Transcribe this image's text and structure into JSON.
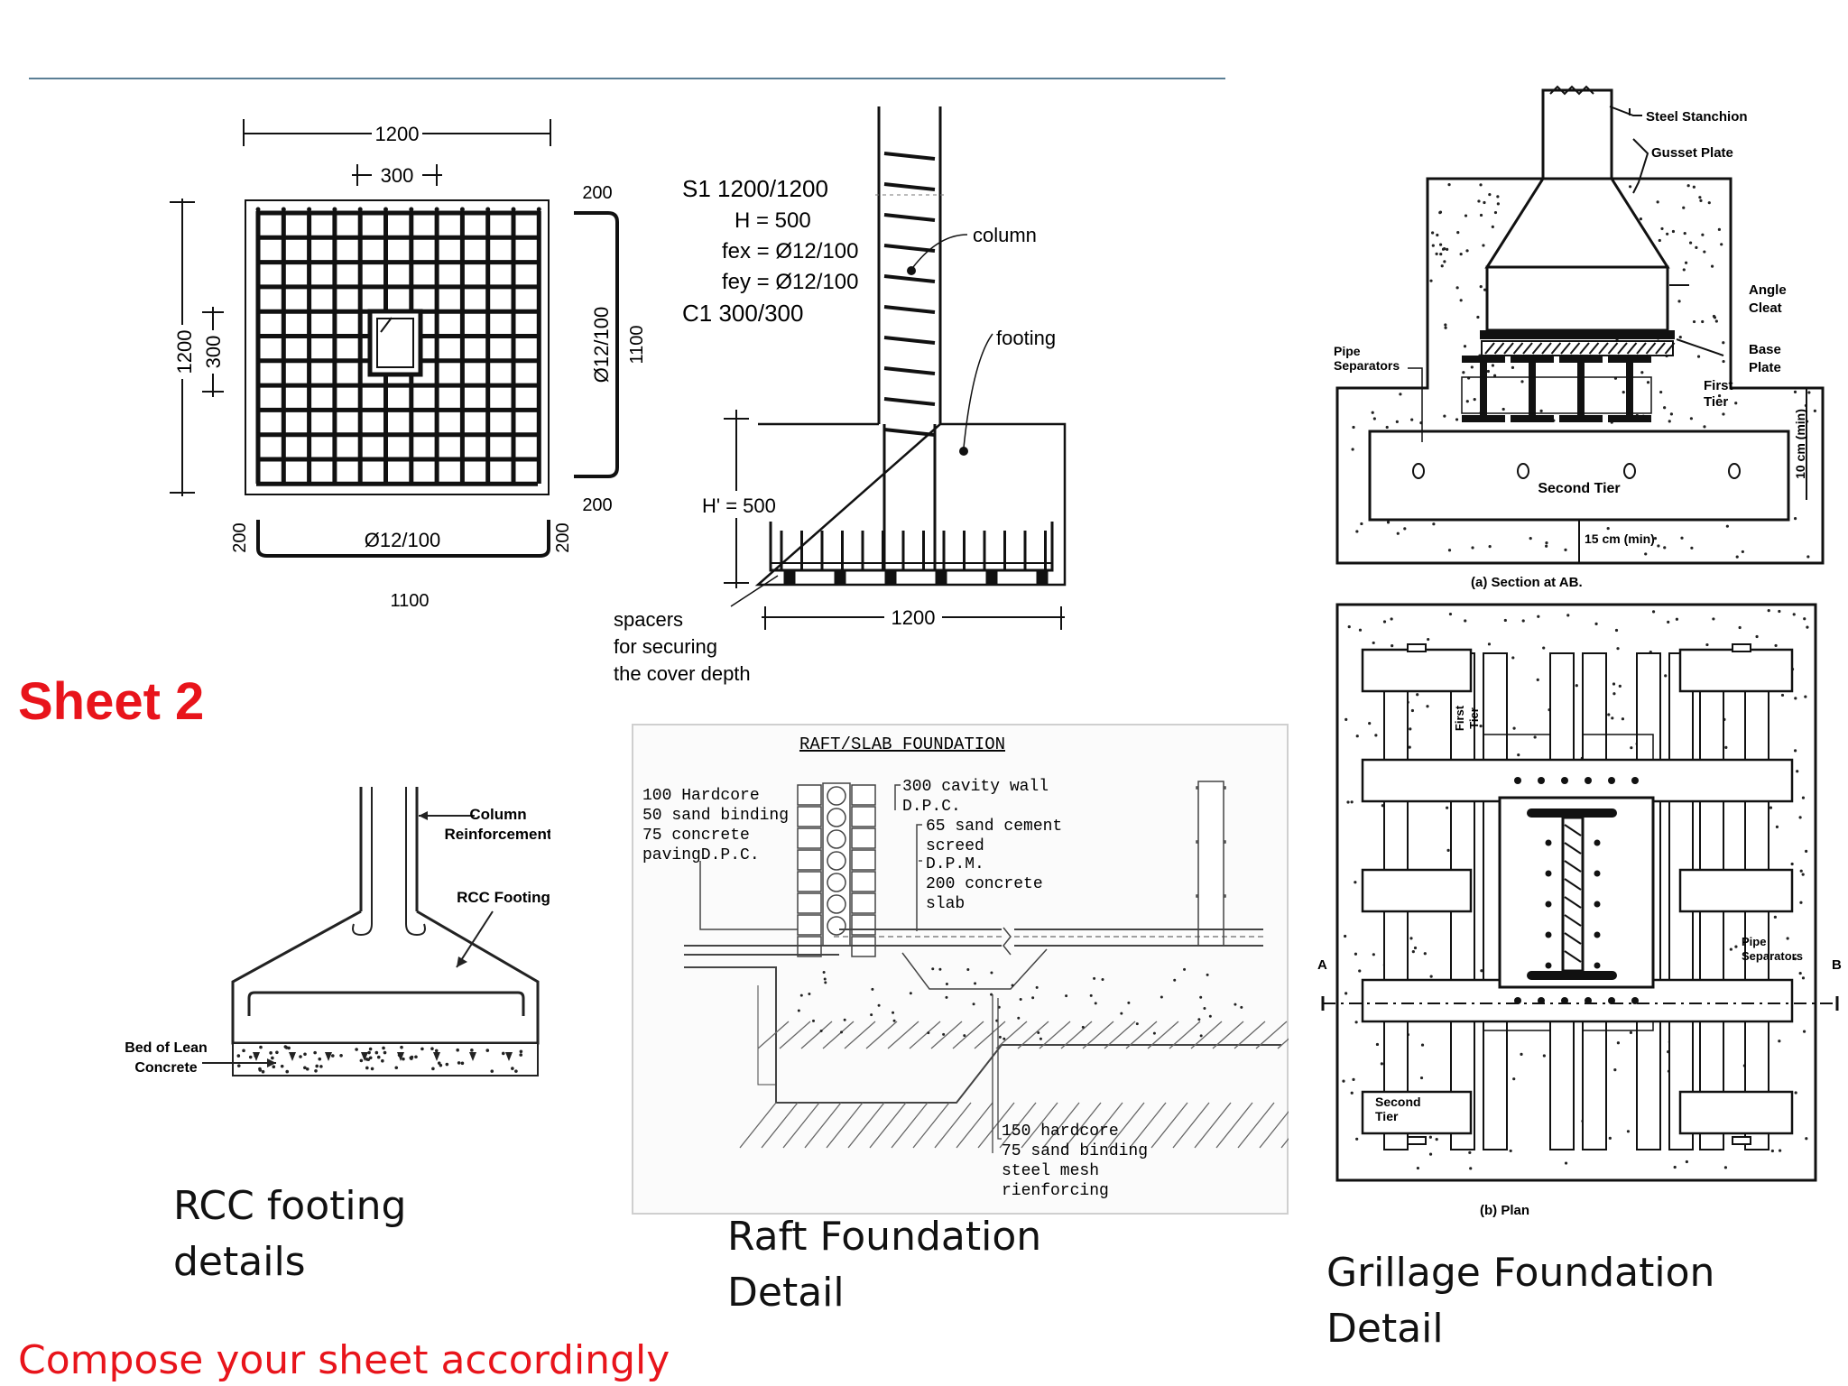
{
  "sheet": {
    "title": "Sheet 2",
    "note": "Compose your sheet accordingly",
    "accent_color": "#e8141b",
    "rule_color": "#5b7f95"
  },
  "captions": {
    "rcc": "RCC footing details",
    "raft": "Raft Foundation Detail",
    "grillage": "Grillage  Foundation Detail"
  },
  "footing_plan": {
    "dim_top_width": "1200",
    "dim_top_column": "300",
    "dim_left_height": "1200",
    "dim_left_column": "300",
    "bar_right_label": "Ø12/100",
    "bar_right_length": "1100",
    "bar_right_hook_top": "200",
    "bar_right_hook_bottom": "200",
    "bar_bottom_label": "Ø12/100",
    "bar_bottom_length": "1100",
    "bar_bottom_hook_left": "200",
    "bar_bottom_hook_right": "200"
  },
  "footing_section": {
    "spec_lines": [
      "S1 1200/1200",
      "H = 500",
      "fex = Ø12/100",
      "fey = Ø12/100",
      "C1 300/300"
    ],
    "label_column": "column",
    "label_footing": "footing",
    "label_height": "H' = 500",
    "label_width": "1200",
    "label_spacers": [
      "spacers",
      "for securing",
      "the cover depth"
    ]
  },
  "rcc_sketch": {
    "label_reinforcement": [
      "Column",
      "Reinforcement"
    ],
    "label_footing": "RCC Footing",
    "label_bed": [
      "Bed of Lean",
      "Concrete"
    ]
  },
  "raft_detail": {
    "title": "RAFT/SLAB FOUNDATION",
    "left_notes": [
      "100 Hardcore",
      "50 sand binding",
      "75 concrete",
      "pavingD.P.C."
    ],
    "right_notes": [
      "300 cavity wall",
      "D.P.C.",
      "65 sand cement",
      "screed",
      "D.P.M.",
      "200 concrete",
      "slab"
    ],
    "bottom_notes": [
      "150 hardcore",
      "75 sand binding",
      "steel mesh",
      "rienforcing"
    ]
  },
  "grillage_section": {
    "label_stanchion": "Steel Stanchion",
    "label_gusset": "Gusset Plate",
    "label_angle": [
      "Angle",
      "Cleat"
    ],
    "label_base": [
      "Base",
      "Plate"
    ],
    "label_first_tier": [
      "First",
      "Tier"
    ],
    "label_pipe": [
      "Pipe",
      "Separators"
    ],
    "label_second_tier": "Second   Tier",
    "label_10cm": "10 cm (min)",
    "label_15cm": "15 cm (min)",
    "caption": "(a)  Section  at  AB."
  },
  "grillage_plan": {
    "label_first_tier": [
      "First",
      "Tier"
    ],
    "label_pipe": [
      "Pipe",
      "Separators"
    ],
    "label_second_tier": [
      "Second",
      "Tier"
    ],
    "label_a": "A",
    "label_b": "B",
    "caption": "(b)  Plan"
  }
}
